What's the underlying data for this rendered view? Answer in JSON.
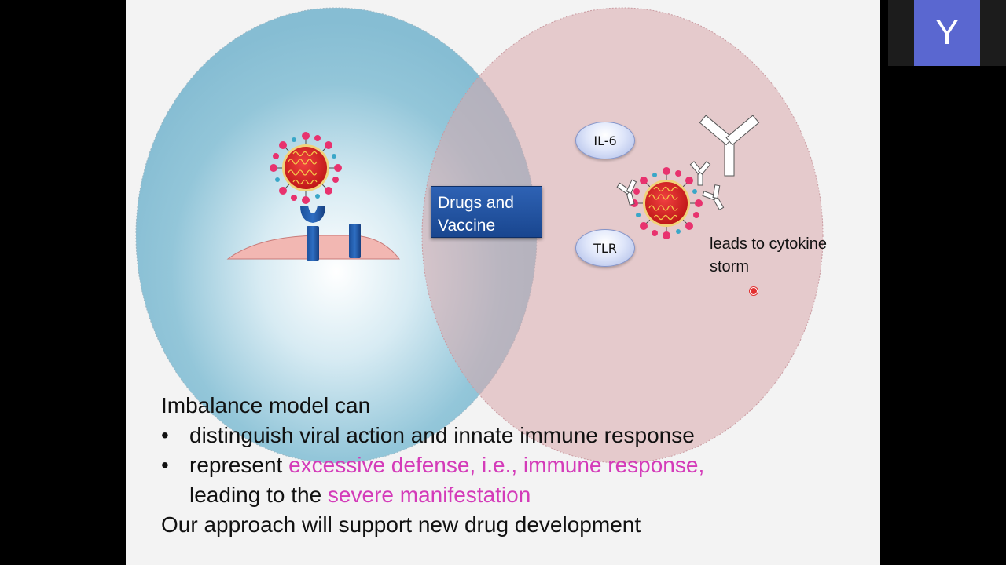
{
  "diagram": {
    "il6_label": "IL-6",
    "tlr_label": "TLR",
    "drugs_label_line1": "Drugs and",
    "drugs_label_line2": "Vaccine",
    "storm_label_line1": "leads to cytokine",
    "storm_label_line2": "storm",
    "colors": {
      "left_circle": "#8cc3d8",
      "right_circle": "#e8c4c6",
      "drugs_box": "#1f4f9f",
      "highlight": "#d43bb9",
      "virus_core": "#d8262a"
    }
  },
  "summary": {
    "heading": "Imbalance model can",
    "bullet1": "distinguish viral action and innate immune response",
    "bullet2_plain": "represent ",
    "bullet2_highlight": "excessive defense, i.e., immune response,",
    "bullet2_cont_plain": "leading to the ",
    "bullet2_cont_highlight": "severe manifestation",
    "closing": "Our approach will support new drug development"
  },
  "participant": {
    "initial": "Y",
    "tile_color": "#5a67d0"
  }
}
